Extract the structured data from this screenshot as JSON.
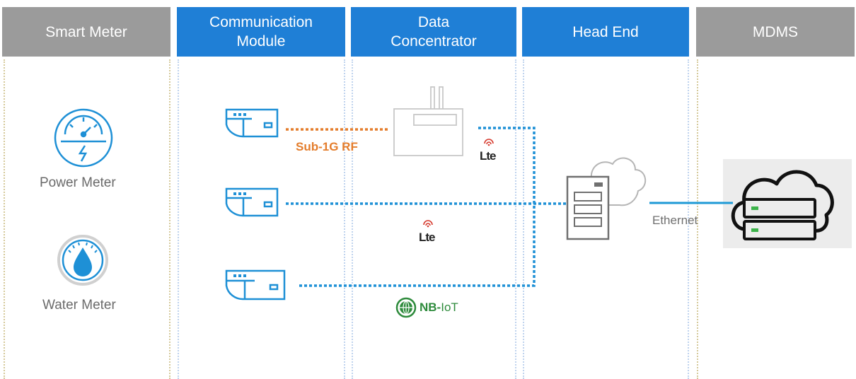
{
  "headers": {
    "smart_meter": "Smart Meter",
    "communication_module": [
      "Communication",
      "Module"
    ],
    "data_concentrator": [
      "Data",
      "Concentrator"
    ],
    "head_end": "Head End",
    "mdms": "MDMS"
  },
  "meters": {
    "power": "Power Meter",
    "water": "Water Meter"
  },
  "links": {
    "rf": "Sub-1G RF",
    "ethernet": "Ethernet",
    "lte": "Lte",
    "nbiot_main": "NB-",
    "nbiot_sub": "IoT"
  },
  "colors": {
    "header_gray": "#9b9b9b",
    "header_blue": "#1f7fd6",
    "link_blue": "#1e90d6",
    "rf_orange": "#e47d2c",
    "ethernet_blue": "#1e9ad6",
    "nbiot_green": "#2e8b3c"
  },
  "icons": [
    "gauge-icon",
    "water-drop-icon",
    "comm-module-icon",
    "concentrator-router-icon",
    "server-cloud-icon",
    "server-rack-icon",
    "lte-icon",
    "nbiot-icon"
  ]
}
